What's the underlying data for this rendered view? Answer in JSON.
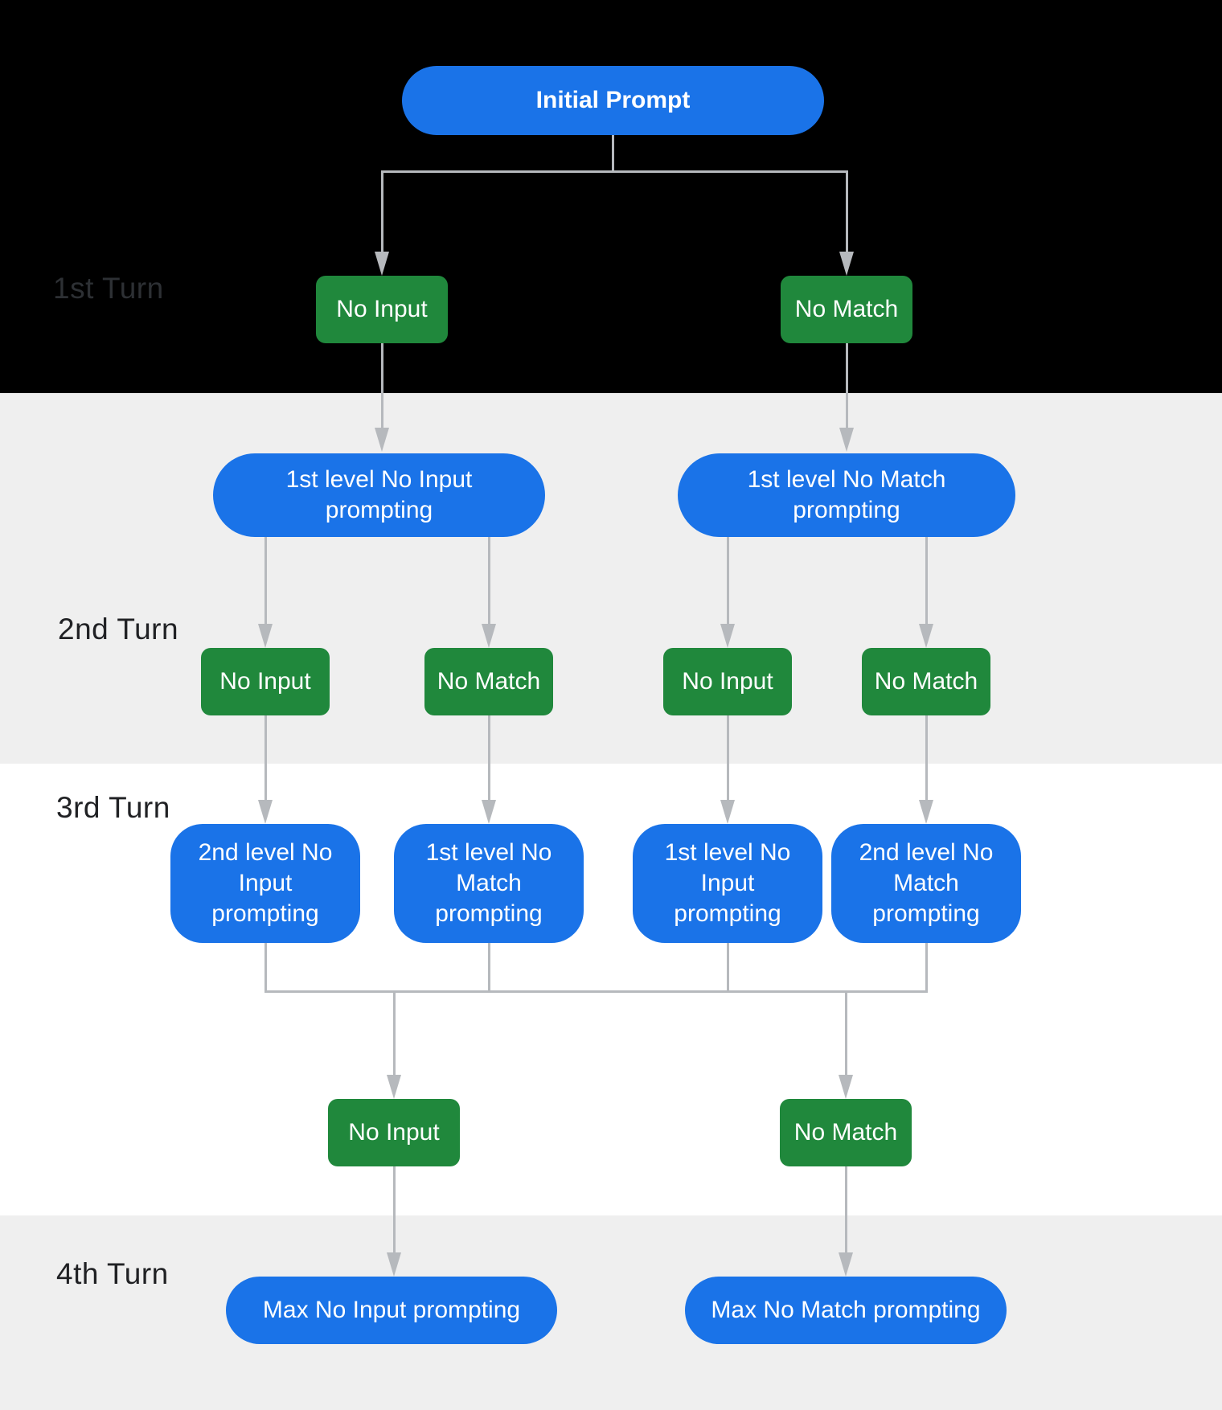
{
  "colors": {
    "node_blue": "#1a73e8",
    "node_green": "#20883c",
    "connector_gray": "#b6b9bd",
    "section_black": "#000000",
    "section_gray": "#efefef",
    "section_white": "#ffffff",
    "label_dark": "#202124"
  },
  "turn_labels": [
    "1st Turn",
    "2nd Turn",
    "3rd Turn",
    "4th Turn"
  ],
  "nodes": {
    "initial_prompt": "Initial Prompt",
    "turn1": {
      "no_input": "No Input",
      "no_match": "No Match"
    },
    "level1_no_input": [
      "1st level No Input",
      "prompting"
    ],
    "level1_no_match": [
      "1st level No Match",
      "prompting"
    ],
    "turn2": {
      "no_input_left": "No Input",
      "no_match_left": "No Match",
      "no_input_right": "No Input",
      "no_match_right": "No Match"
    },
    "turn3_prompts": {
      "no_input_2nd": [
        "2nd level No",
        "Input",
        "prompting"
      ],
      "no_match_1st": [
        "1st level No",
        "Match",
        "prompting"
      ],
      "no_input_1st": [
        "1st level No",
        "Input",
        "prompting"
      ],
      "no_match_2nd": [
        "2nd level No",
        "Match",
        "prompting"
      ]
    },
    "turn3": {
      "no_input": "No Input",
      "no_match": "No Match"
    },
    "turn4": {
      "max_no_input": "Max No Input prompting",
      "max_no_match": "Max No Match prompting"
    }
  }
}
